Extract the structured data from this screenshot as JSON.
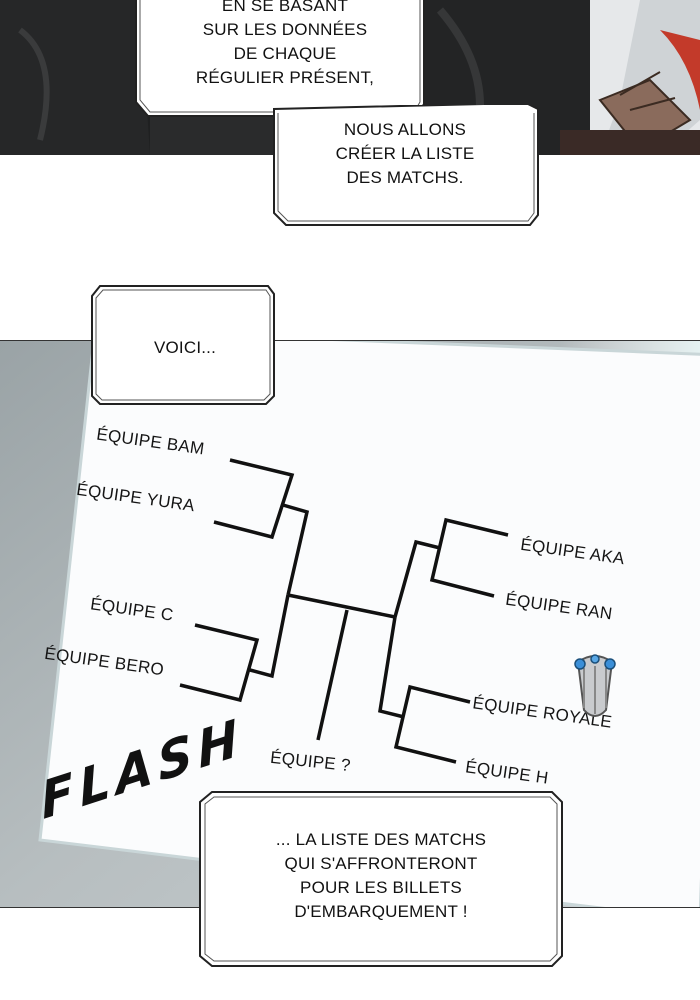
{
  "bubble_top_left": {
    "lines": [
      "EN SE BASANT",
      "SUR LES DONNÉES",
      "DE CHAQUE",
      "RÉGULIER PRÉSENT,"
    ]
  },
  "bubble_top_right": {
    "lines": [
      "NOUS ALLONS",
      "CRÉER LA LISTE",
      "DES MATCHS."
    ]
  },
  "bubble_voici": {
    "text": "VOICI..."
  },
  "bracket": {
    "teams_left": [
      "ÉQUIPE BAM",
      "ÉQUIPE YURA",
      "ÉQUIPE C",
      "ÉQUIPE BERO"
    ],
    "teams_right": [
      "ÉQUIPE AKA",
      "ÉQUIPE RAN",
      "ÉQUIPE ROYALE",
      "ÉQUIPE H"
    ],
    "team_bottom": "ÉQUIPE ?"
  },
  "sfx": {
    "text": "FLASH"
  },
  "bubble_bottom": {
    "lines": [
      "... LA LISTE DES MATCHS",
      "QUI S'AFFRONTERONT",
      "POUR LES BILLETS",
      "D'EMBARQUEMENT !"
    ]
  },
  "colors": {
    "ink": "#111111",
    "panel_bg": "#a9b1b3",
    "paper": "#fbfcfd"
  }
}
